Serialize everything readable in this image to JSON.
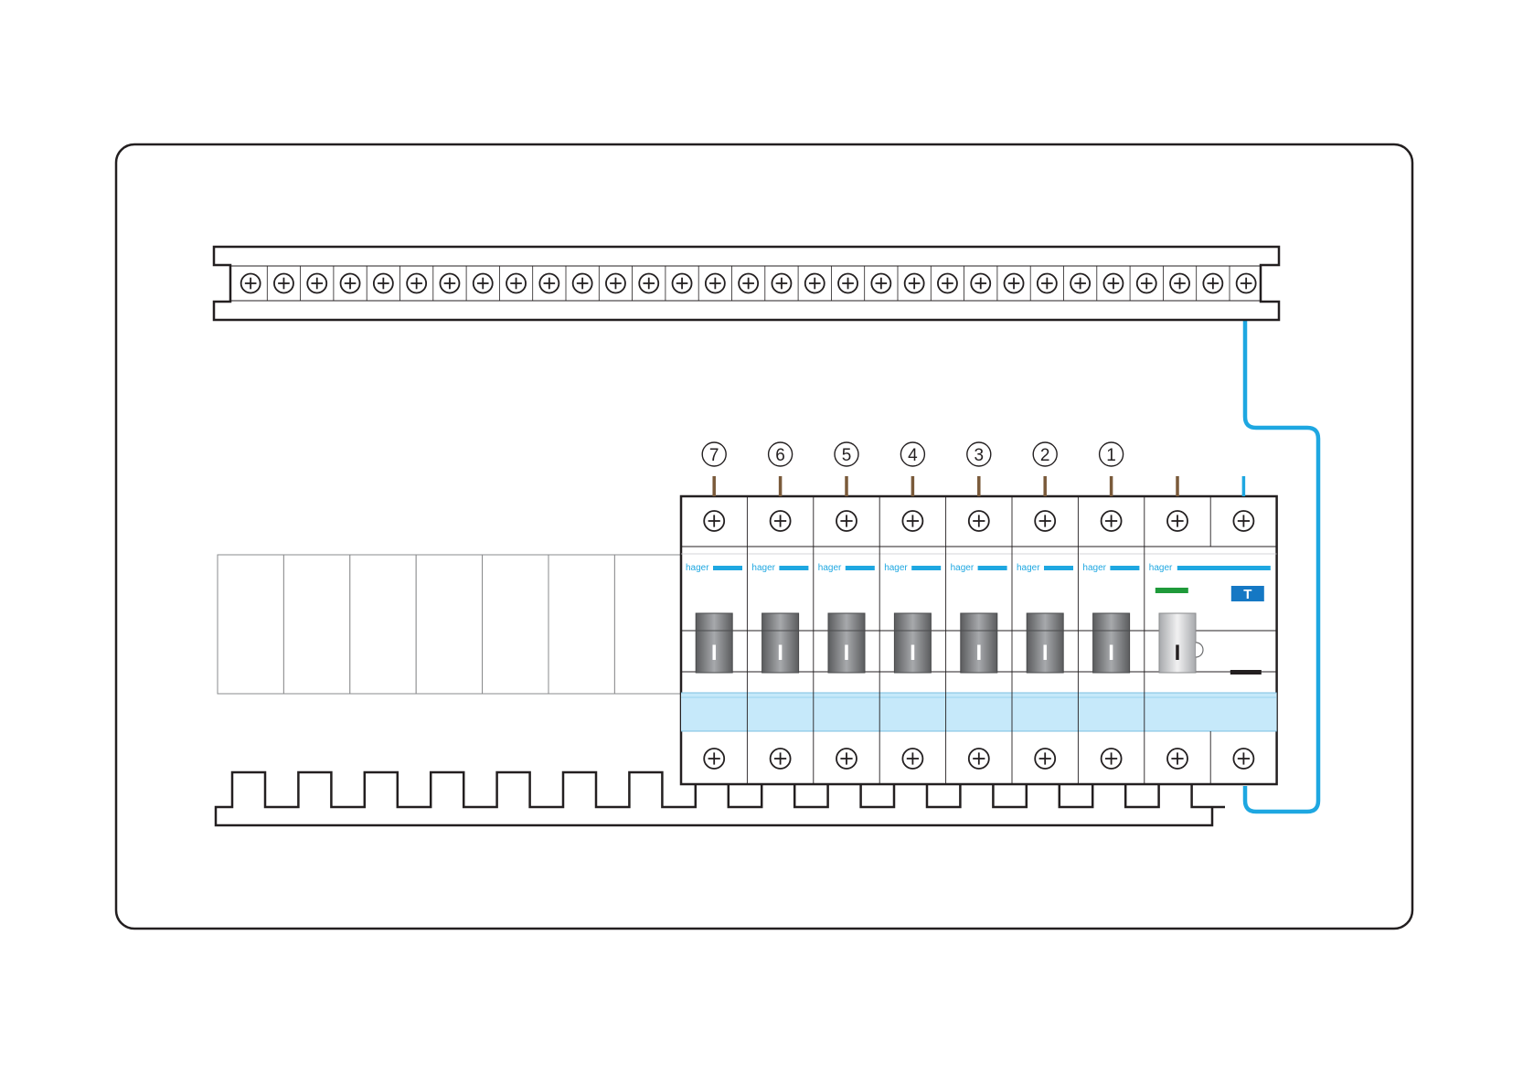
{
  "colors": {
    "outline": "#231f20",
    "brand": "#1ea7e1",
    "wire_neutral": "#1ea7e1",
    "wire_phase": "#7a5a3a",
    "band": "#c6e9fa",
    "indicator_green": "#1f9a3a",
    "test_button": "#1578c4",
    "toggle_dark": "#6d6e70",
    "toggle_light": "#cfd0d2"
  },
  "icons": {
    "terminal_screw": "screw-plus-icon"
  },
  "circuits": [
    "7",
    "6",
    "5",
    "4",
    "3",
    "2",
    "1"
  ],
  "breakers": [
    {
      "brand": "hager",
      "toggle": "I"
    },
    {
      "brand": "hager",
      "toggle": "I"
    },
    {
      "brand": "hager",
      "toggle": "I"
    },
    {
      "brand": "hager",
      "toggle": "I"
    },
    {
      "brand": "hager",
      "toggle": "I"
    },
    {
      "brand": "hager",
      "toggle": "I"
    },
    {
      "brand": "hager",
      "toggle": "I"
    }
  ],
  "rcd": {
    "brand": "hager",
    "toggle": "I",
    "test_label": "T"
  }
}
